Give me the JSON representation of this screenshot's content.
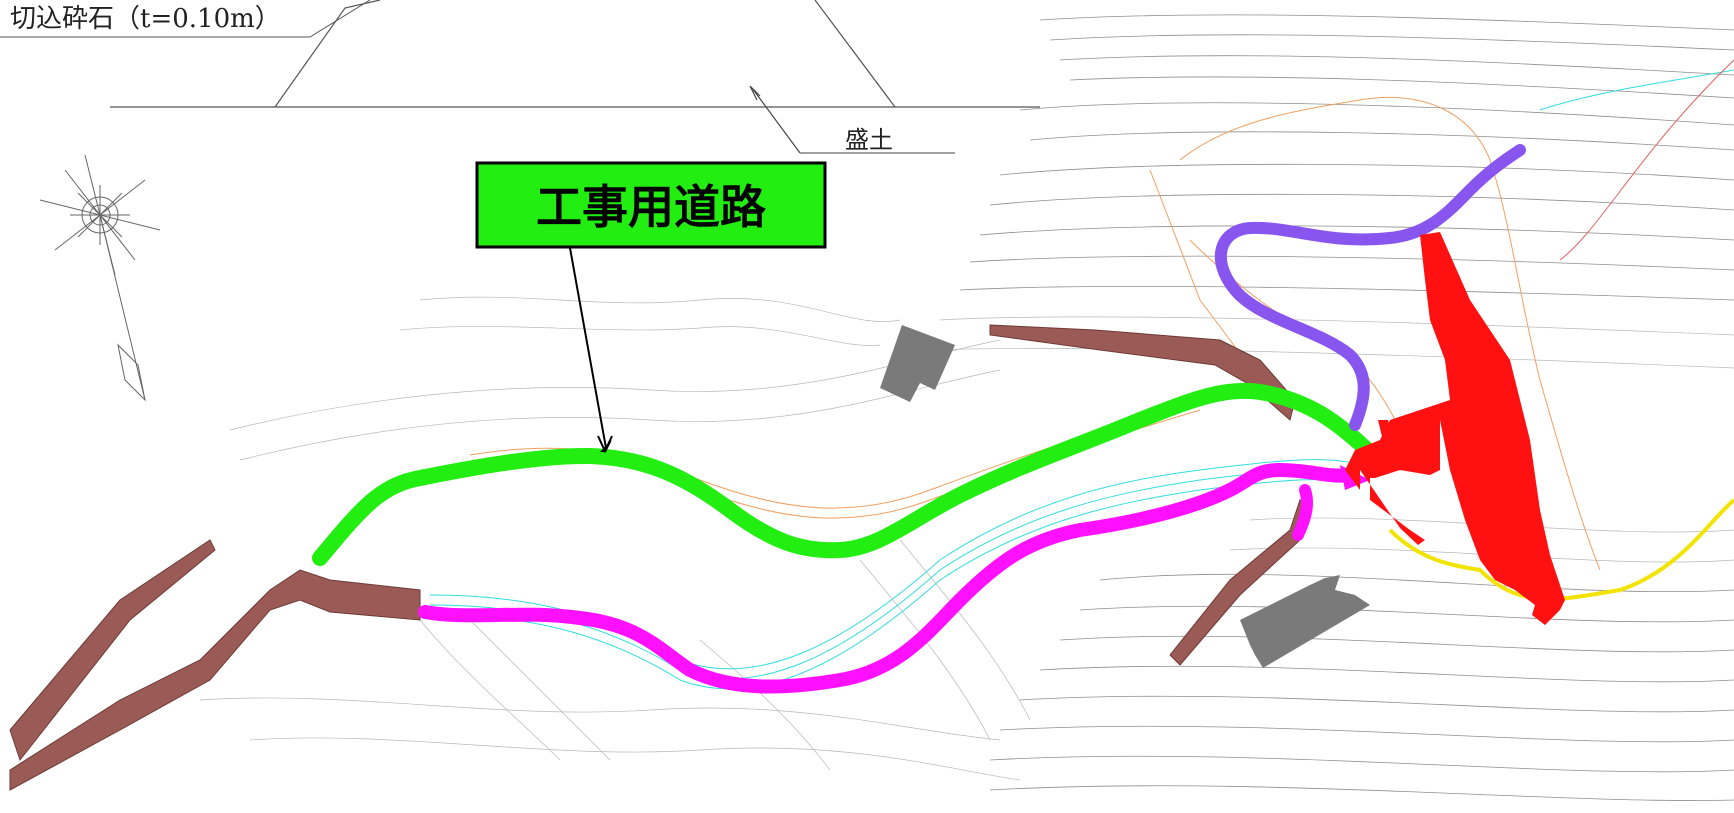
{
  "section": {
    "material_label": "切込砕石（t=0.10m）",
    "fill_label": "盛土"
  },
  "callout": {
    "label": "工事用道路"
  },
  "colors": {
    "construction_road": "#22ee11",
    "relocated_road": "#ff11ff",
    "existing_road": "#9a5a56",
    "upper_road": "#8855ee",
    "dam_body": "#ff1111",
    "building": "#7a7a7a",
    "boundary_yellow": "#f2e400",
    "callout_bg": "#22ee11"
  },
  "icons": [
    "north-arrow-icon"
  ]
}
